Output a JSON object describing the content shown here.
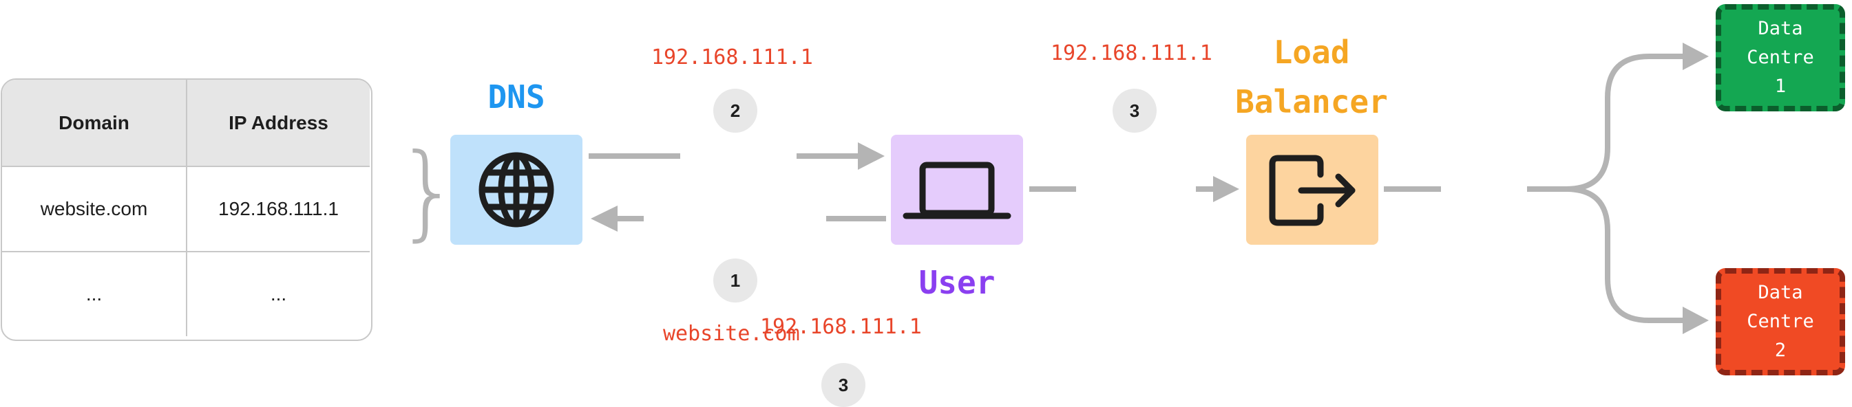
{
  "table": {
    "header": {
      "domain": "Domain",
      "ip": "IP Address"
    },
    "rows": [
      {
        "domain": "website.com",
        "ip": "192.168.111.1"
      },
      {
        "domain": "...",
        "ip": "..."
      }
    ]
  },
  "nodes": {
    "dns": {
      "label": "DNS",
      "color": "#1e96f0",
      "fill": "#bfe1fb"
    },
    "user": {
      "label": "User",
      "color": "#8a3ff0",
      "fill": "#e5ccfc"
    },
    "load_balancer": {
      "line1": "Load",
      "line2": "Balancer",
      "color": "#f5a623",
      "fill": "#fdd49f"
    }
  },
  "labels": {
    "ip_step2": "192.168.111.1",
    "ip_step3_top": "192.168.111.1",
    "domain_step1": "website.com",
    "ip_step3_bottom": "192.168.111.1"
  },
  "steps": {
    "top_dns_user": "2",
    "top_user_lb": "3",
    "bottom_dns_user": "1",
    "bottom_under": "3"
  },
  "data_centres": [
    {
      "label": "Data\nCentre\n1",
      "fill": "#14a752",
      "border": "#0b5e2c"
    },
    {
      "label": "Data\nCentre\n2",
      "fill": "#f04a24",
      "border": "#8e2515"
    }
  ]
}
